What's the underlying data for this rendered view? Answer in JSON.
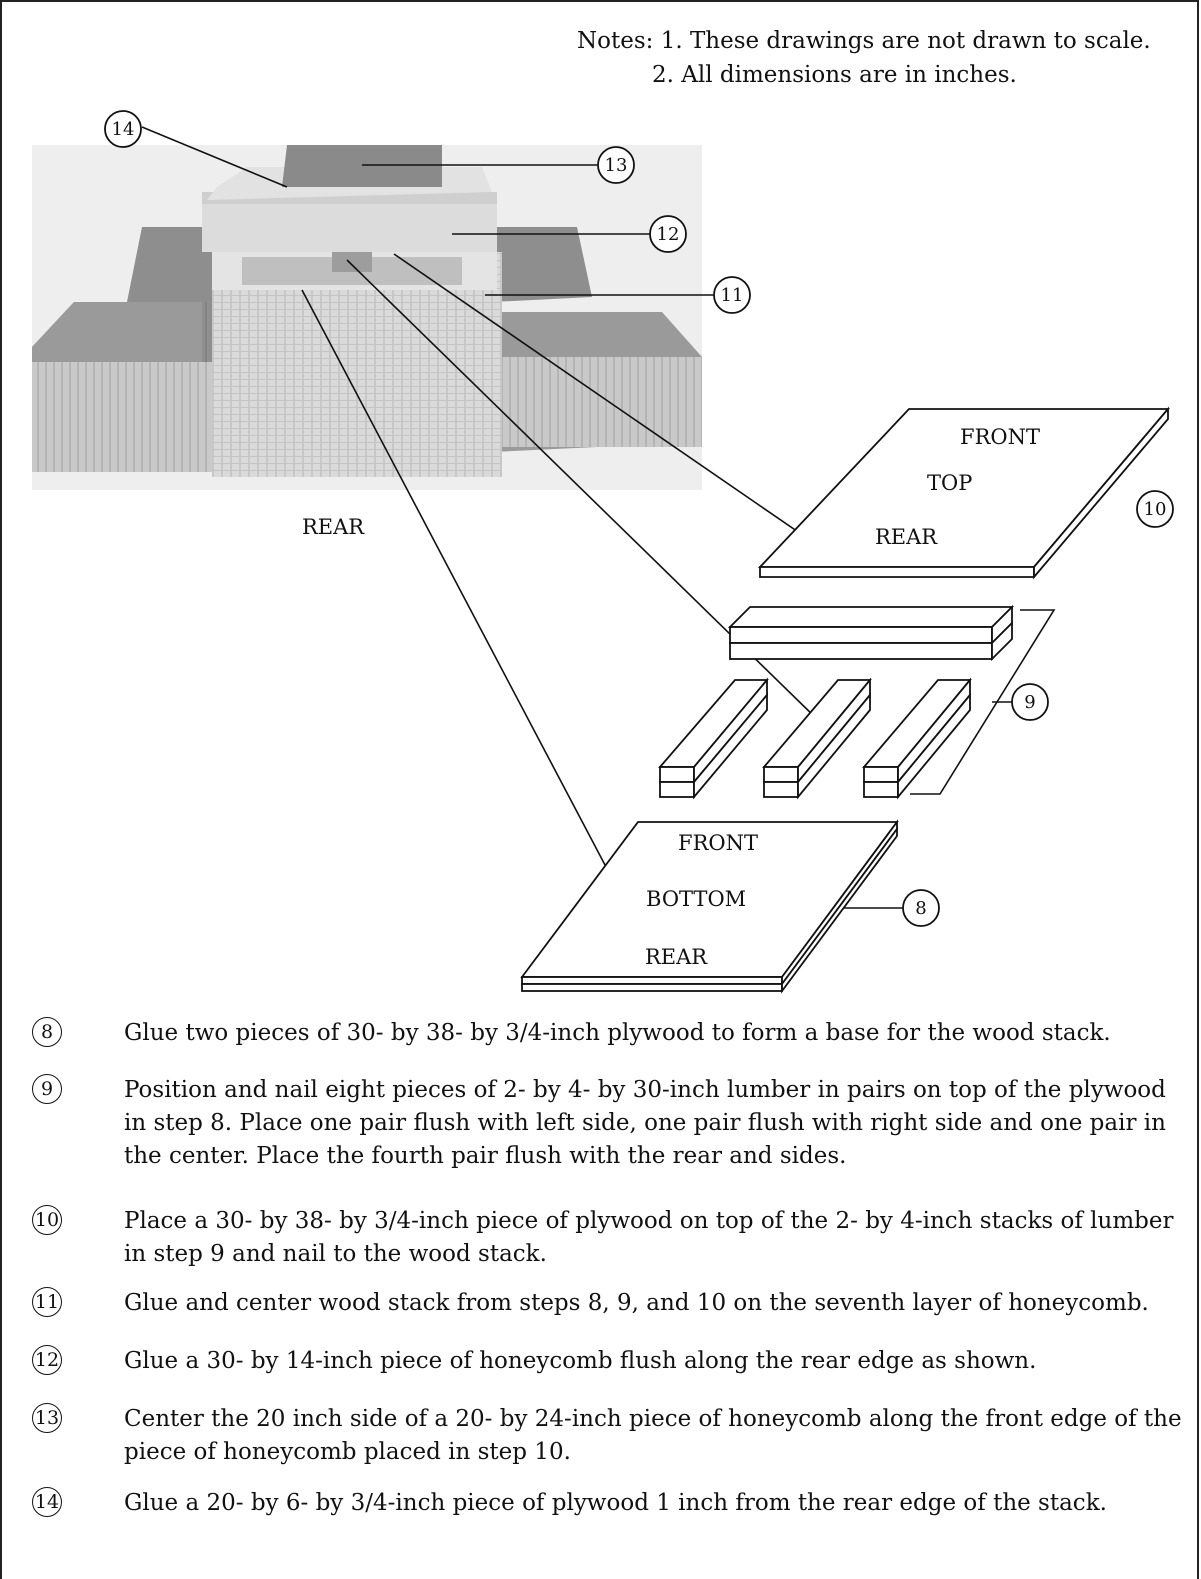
{
  "notes": {
    "line1": "Notes: 1. These drawings are not drawn to scale.",
    "line2": "2. All dimensions are in inches."
  },
  "labels": {
    "rear_photo": "REAR",
    "top_front": "FRONT",
    "top_top": "TOP",
    "top_rear": "REAR",
    "bottom_front": "FRONT",
    "bottom_bottom": "BOTTOM",
    "bottom_rear": "REAR"
  },
  "callouts": {
    "c14": "14",
    "c13": "13",
    "c12": "12",
    "c11": "11",
    "c10": "10",
    "c9": "9",
    "c8": "8"
  },
  "steps": [
    {
      "num": "8",
      "text": "Glue two pieces of 30- by 38- by 3/4-inch plywood to form a base for the wood stack."
    },
    {
      "num": "9",
      "text": "Position and nail eight pieces of 2- by 4- by 30-inch lumber in pairs on top of the plywood in step 8.  Place one pair flush with left side, one pair flush with right side and one pair in the center.  Place the fourth pair flush with the rear and sides."
    },
    {
      "num": "10",
      "text": "Place a 30- by 38- by 3/4-inch piece of plywood on top of the 2- by 4-inch stacks of lumber in step 9 and nail to the wood stack."
    },
    {
      "num": "11",
      "text": "Glue and center wood stack from steps 8, 9, and 10 on the seventh layer of honeycomb."
    },
    {
      "num": "12",
      "text": "Glue a 30- by 14-inch piece of honeycomb flush along the rear edge as shown."
    },
    {
      "num": "13",
      "text": "Center the 20 inch side of a 20- by 24-inch piece of honeycomb along the front edge of the piece of honeycomb placed in step 10."
    },
    {
      "num": "14",
      "text": "Glue a 20- by 6- by 3/4-inch piece of plywood 1 inch from the rear edge of the stack."
    }
  ]
}
